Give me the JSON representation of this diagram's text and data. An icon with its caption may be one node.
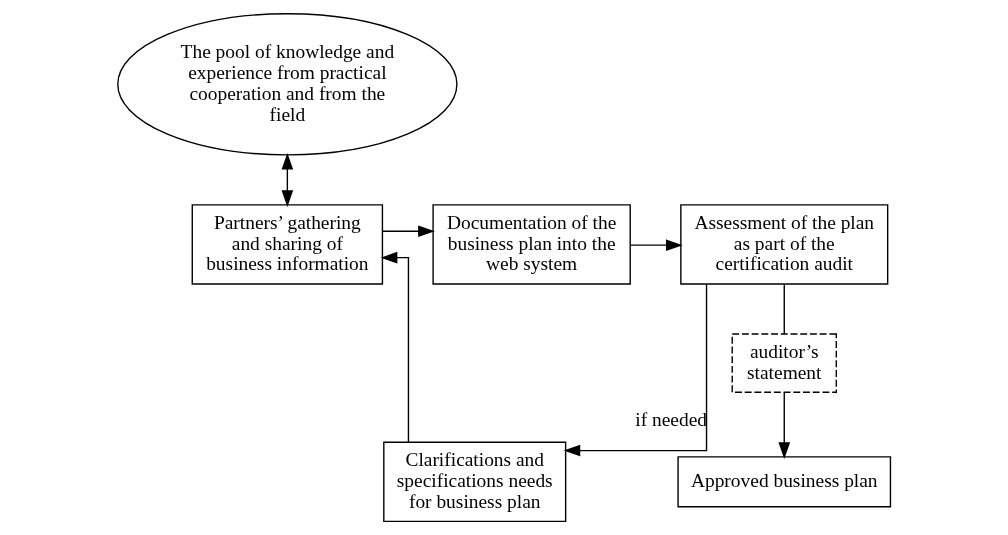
{
  "diagram": {
    "nodes": [
      {
        "text": [
          "The pool of knowledge and experience from practical cooperation and from the field"
        ]
      },
      {
        "text": [
          "Partners’ gathering and sharing of business information"
        ]
      },
      {
        "text": [
          "Documentation of the business plan into the web system"
        ]
      },
      {
        "text": [
          "Assessment of the plan as part of the certification audit"
        ]
      },
      {
        "text": [
          "auditor’s statement"
        ]
      },
      {
        "text": [
          "Approved business plan"
        ]
      },
      {
        "text": [
          "Clarifications and specifications needs for business plan"
        ]
      }
    ],
    "edges": [
      {
        "from": 0,
        "to": 1,
        "arrow": "both"
      },
      {
        "from": 1,
        "to": 2,
        "arrow": "to"
      },
      {
        "from": 2,
        "to": 3,
        "arrow": "to"
      },
      {
        "from": 3,
        "to": 4,
        "arrow": "none"
      },
      {
        "from": 4,
        "to": 5,
        "arrow": "to"
      },
      {
        "from": 3,
        "to": 6,
        "arrow": "to",
        "label": "if needed"
      },
      {
        "from": 6,
        "to": 1,
        "arrow": "to"
      }
    ]
  }
}
